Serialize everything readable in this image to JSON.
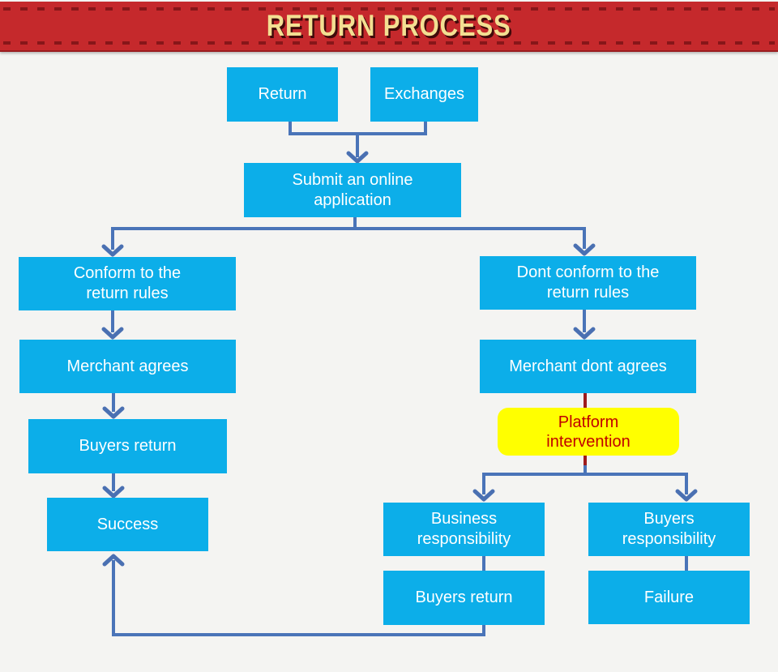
{
  "banner": {
    "title": "RETURN PROCESS"
  },
  "nodes": {
    "return": {
      "label": "Return"
    },
    "exchanges": {
      "label": "Exchanges"
    },
    "submit": {
      "lines": [
        "Submit an online",
        "application"
      ]
    },
    "conform": {
      "lines": [
        "Conform to the",
        "return rules"
      ]
    },
    "dont_conform": {
      "lines": [
        "Dont conform to the",
        "return rules"
      ]
    },
    "merchant_agrees": {
      "label": "Merchant agrees"
    },
    "merchant_dont_agrees": {
      "label": "Merchant dont agrees"
    },
    "platform_intervention": {
      "lines": [
        "Platform",
        "intervention"
      ]
    },
    "buyers_return_left": {
      "label": "Buyers return"
    },
    "success": {
      "label": "Success"
    },
    "business_responsibility": {
      "lines": [
        "Business",
        "responsibility"
      ]
    },
    "buyers_responsibility": {
      "lines": [
        "Buyers",
        "responsibility"
      ]
    },
    "buyers_return_bottom": {
      "label": "Buyers return"
    },
    "failure": {
      "label": "Failure"
    }
  },
  "edges": [
    "Return -> Submit an online application",
    "Exchanges -> Submit an online application",
    "Submit an online application -> Conform to the return rules",
    "Submit an online application -> Dont conform to the return rules",
    "Conform to the return rules -> Merchant agrees",
    "Merchant agrees -> Buyers return",
    "Buyers return -> Success",
    "Dont conform to the return rules -> Merchant dont agrees",
    "Merchant dont agrees -> Platform intervention",
    "Platform intervention -> Business responsibility",
    "Platform intervention -> Buyers responsibility",
    "Business responsibility -> Buyers return",
    "Buyers responsibility -> Failure",
    "Buyers return (bottom) -> Success"
  ],
  "colors": {
    "background": "#F4F4F2",
    "banner_bg": "#C5292C",
    "banner_stitch": "#871619",
    "banner_text": "#F3DF92",
    "node_fill": "#0CAEE9",
    "node_text": "#FFFFFF",
    "connector_blue": "#4A74B8",
    "connector_red": "#9E1B1B",
    "highlight_fill": "#FFFF00",
    "highlight_text": "#C00000"
  }
}
